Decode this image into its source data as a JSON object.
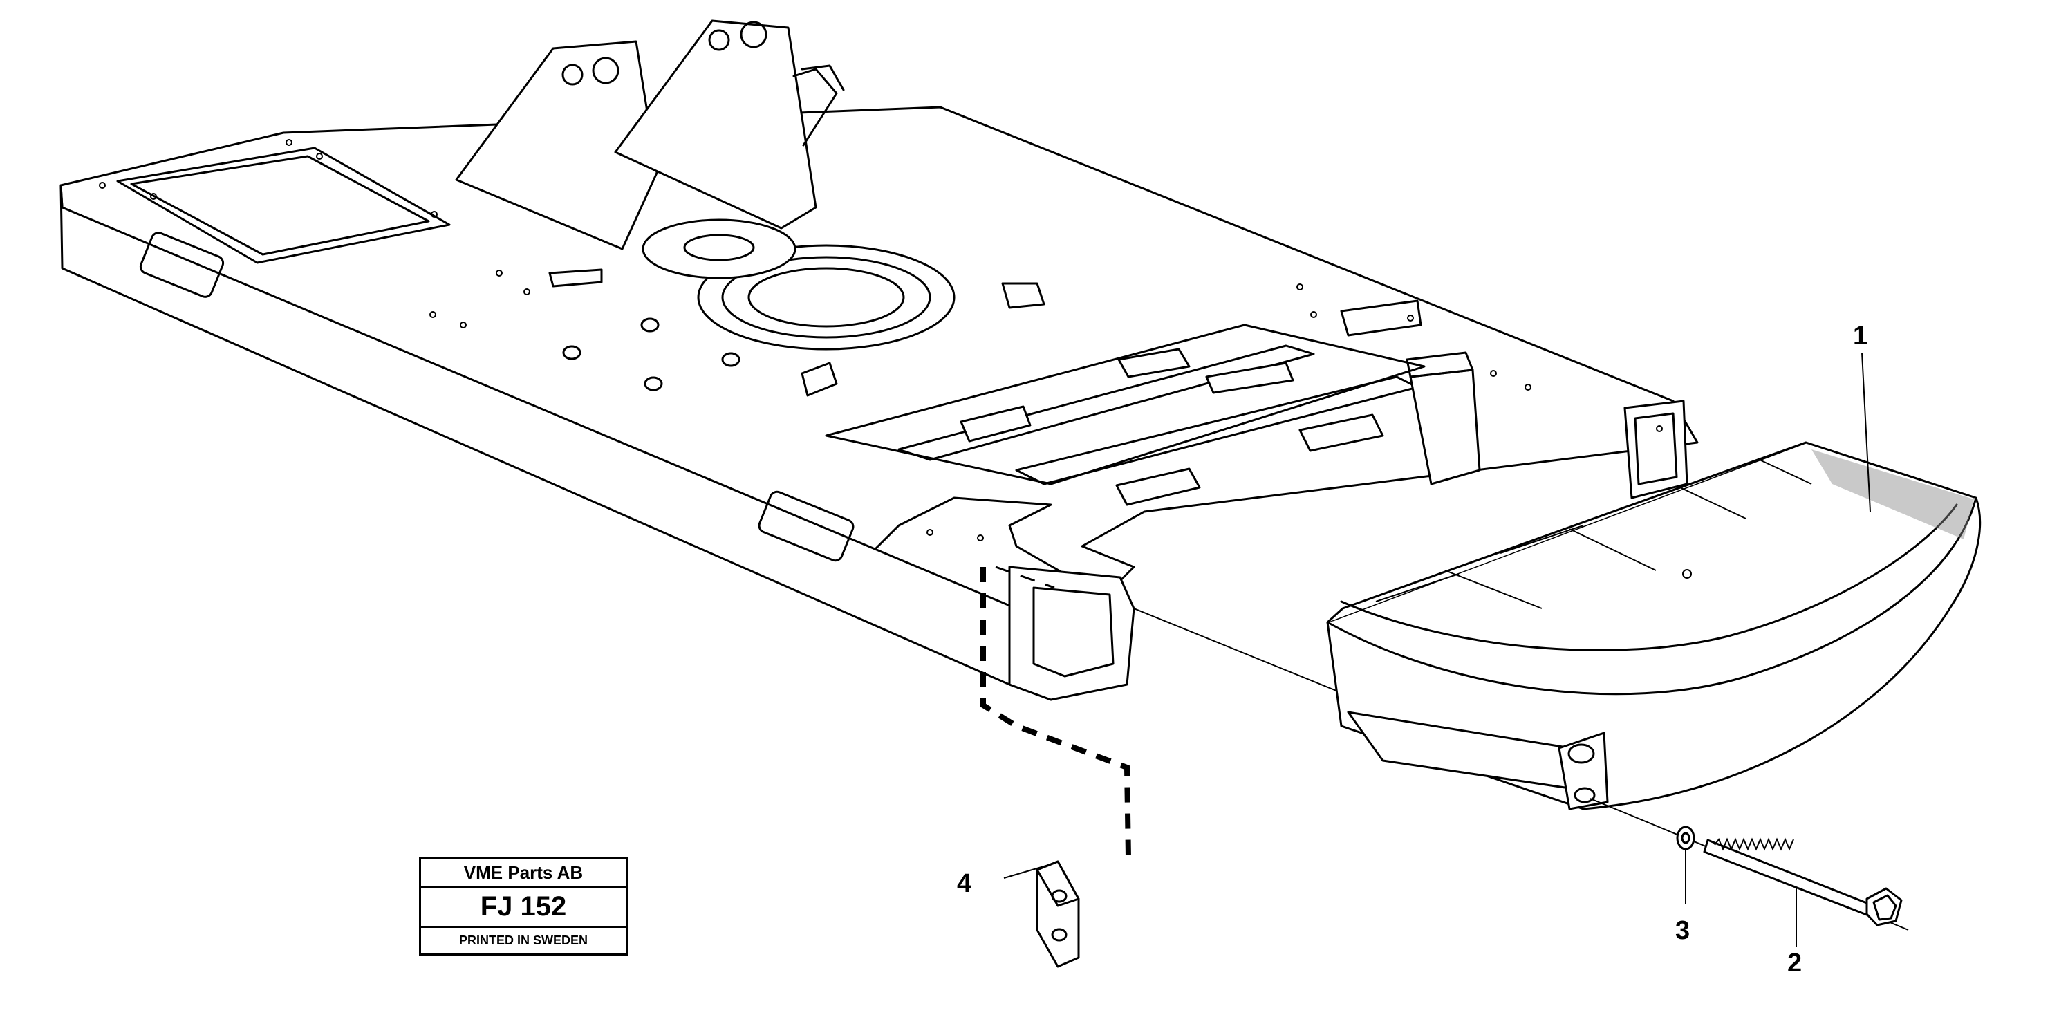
{
  "stamp": {
    "company": "VME Parts AB",
    "code": "FJ 152",
    "footer": "PRINTED IN SWEDEN"
  },
  "callouts": [
    {
      "id": "callout-1",
      "label": "1"
    },
    {
      "id": "callout-2",
      "label": "2"
    },
    {
      "id": "callout-3",
      "label": "3"
    },
    {
      "id": "callout-4",
      "label": "4"
    }
  ],
  "parts": [
    {
      "name": "upper-frame"
    },
    {
      "name": "counterweight"
    },
    {
      "name": "screw"
    },
    {
      "name": "washer"
    },
    {
      "name": "plate"
    }
  ]
}
